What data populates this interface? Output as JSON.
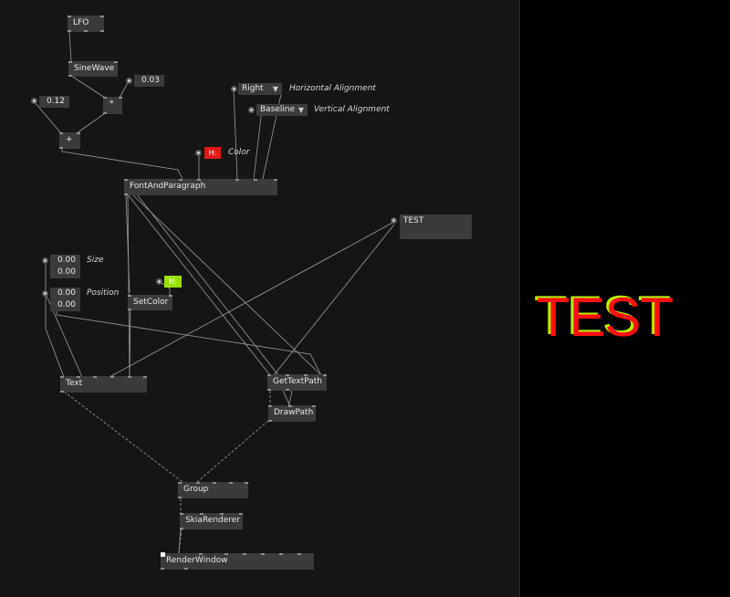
{
  "nodes": {
    "lfo": "LFO",
    "sinewave": "SineWave",
    "multiply": "*",
    "add": "+",
    "font_and_paragraph": "FontAndParagraph",
    "set_color": "SetColor",
    "text": "Text",
    "get_text_path": "GetTextPath",
    "draw_path": "DrawPath",
    "group": "Group",
    "skia_renderer": "SkiaRenderer",
    "render_window": "RenderWindow"
  },
  "inputs": {
    "value_003": "0.03",
    "value_012": "0.12",
    "horizontal_alignment": {
      "value": "Right",
      "label": "Horizontal Alignment"
    },
    "vertical_alignment": {
      "value": "Baseline",
      "label": "Vertical Alignment"
    },
    "color": {
      "swatch_text": "H:",
      "label": "Color",
      "hex": "#e01818"
    },
    "setcolor_swatch": {
      "swatch_text": "H:",
      "hex": "#9be000"
    },
    "text_string": "TEST",
    "size": {
      "x": "0.00",
      "y": "0.00",
      "label": "Size"
    },
    "position": {
      "x": "0.00",
      "y": "0.00",
      "label": "Position"
    }
  },
  "render_output": {
    "text": "TEST",
    "fill_color": "#ff1010",
    "shadow_color": "#b8f000"
  },
  "icons": {
    "dropdown": "triangle-down",
    "pin_circle": "circle"
  }
}
